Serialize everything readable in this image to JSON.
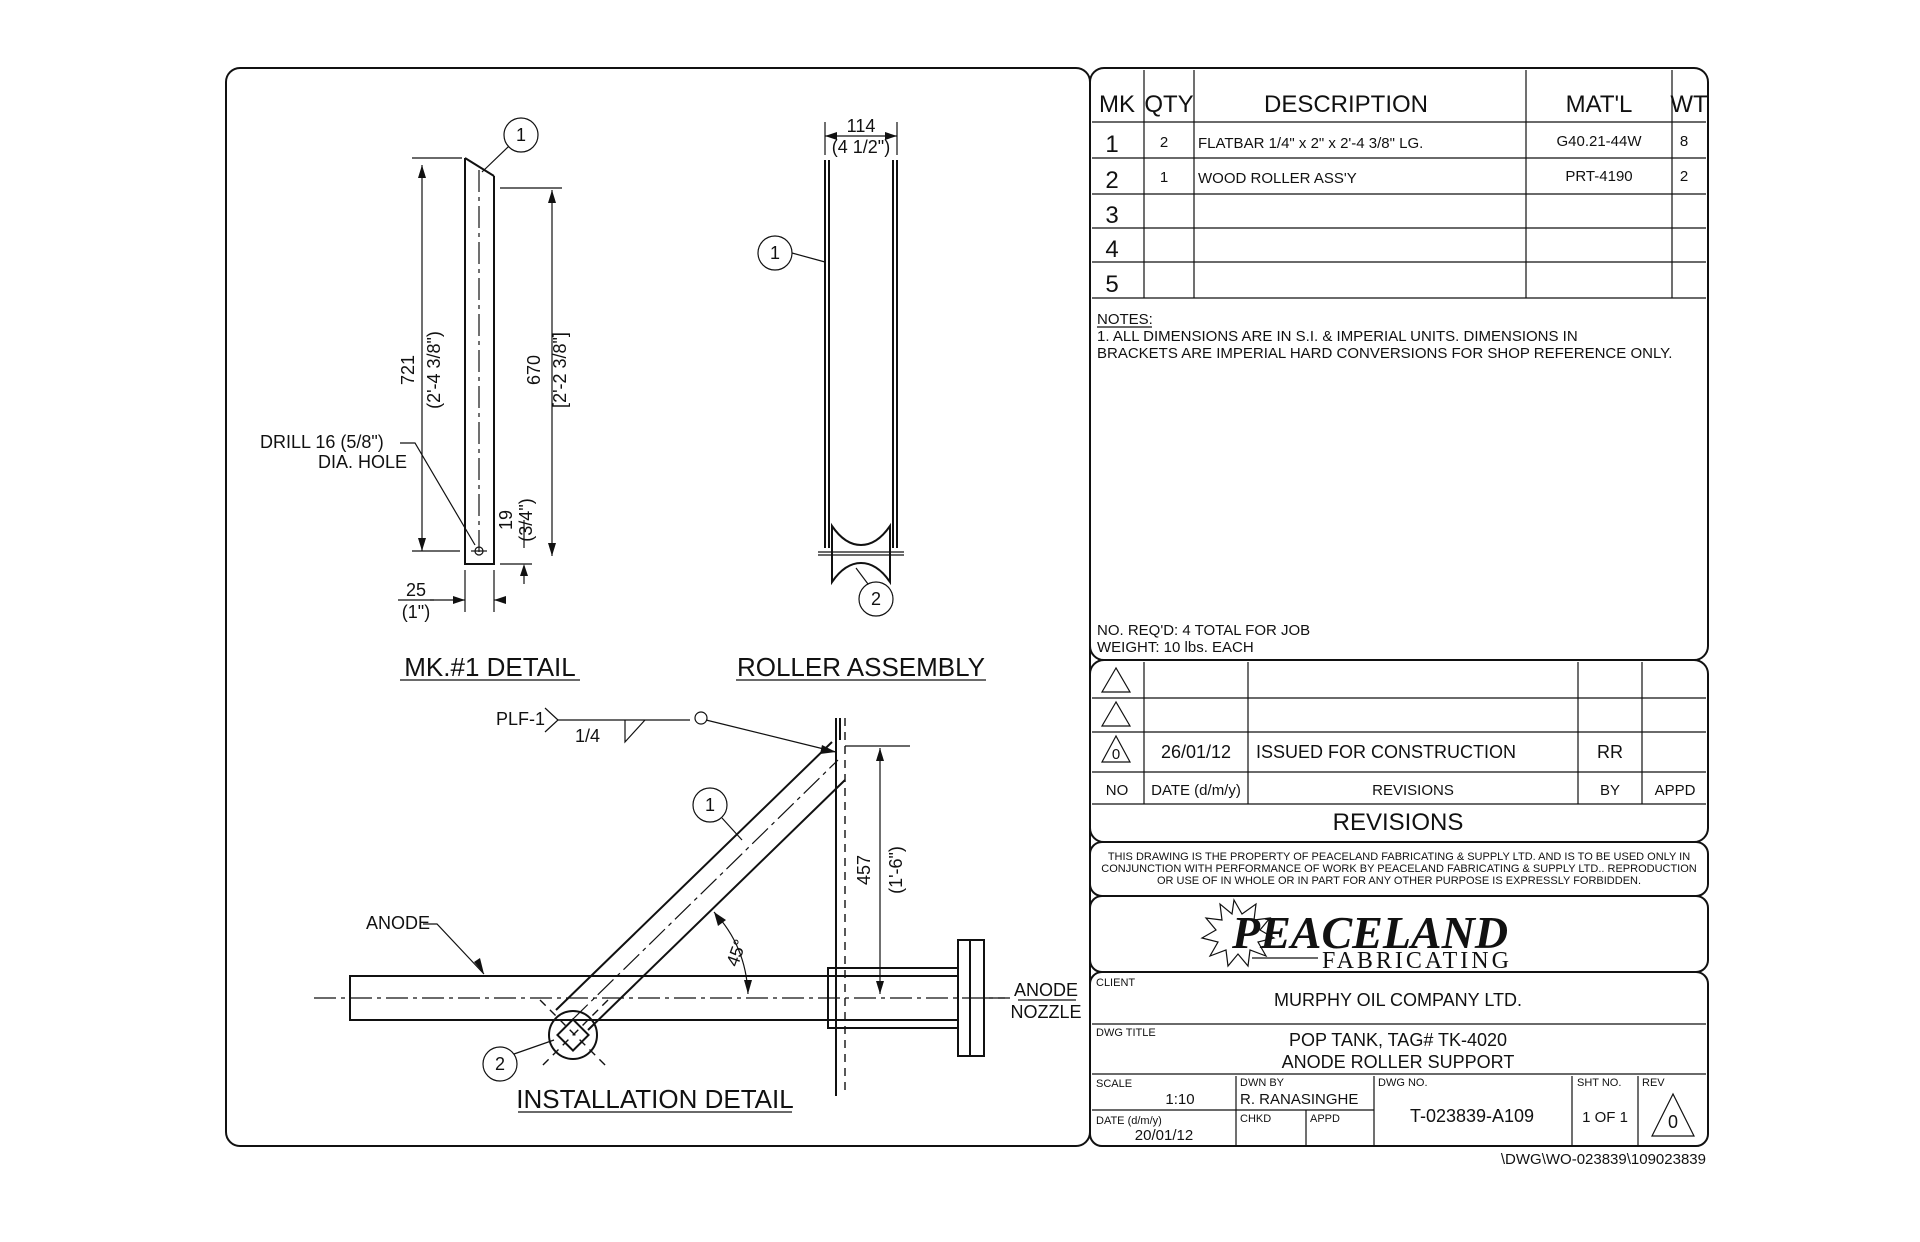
{
  "bom": {
    "headers": [
      "MK",
      "QTY",
      "DESCRIPTION",
      "MAT'L",
      "WT"
    ],
    "rows": [
      {
        "mk": "1",
        "qty": "2",
        "desc": "FLATBAR 1/4\" x 2\" x 2'-4 3/8\" LG.",
        "mat": "G40.21-44W",
        "wt": "8"
      },
      {
        "mk": "2",
        "qty": "1",
        "desc": "WOOD ROLLER ASS'Y",
        "mat": "PRT-4190",
        "wt": "2"
      },
      {
        "mk": "3",
        "qty": "",
        "desc": "",
        "mat": "",
        "wt": ""
      },
      {
        "mk": "4",
        "qty": "",
        "desc": "",
        "mat": "",
        "wt": ""
      },
      {
        "mk": "5",
        "qty": "",
        "desc": "",
        "mat": "",
        "wt": ""
      }
    ]
  },
  "notes": {
    "title": "NOTES:",
    "line1": "1. ALL DIMENSIONS ARE IN S.I. & IMPERIAL UNITS. DIMENSIONS IN",
    "line2": "BRACKETS ARE IMPERIAL HARD CONVERSIONS FOR SHOP REFERENCE ONLY.",
    "req": "NO. REQ'D: 4 TOTAL FOR JOB",
    "weight": "WEIGHT: 10 lbs. EACH"
  },
  "revisions": {
    "rows": [
      {
        "no": "",
        "date": "",
        "desc": "",
        "by": "",
        "appd": ""
      },
      {
        "no": "",
        "date": "",
        "desc": "",
        "by": "",
        "appd": ""
      },
      {
        "no": "0",
        "date": "26/01/12",
        "desc": "ISSUED FOR CONSTRUCTION",
        "by": "RR",
        "appd": ""
      }
    ],
    "head_no": "NO",
    "head_date": "DATE (d/m/y)",
    "head_rev": "REVISIONS",
    "head_by": "BY",
    "head_appd": "APPD",
    "title": "REVISIONS"
  },
  "disclaimer": {
    "line1": "THIS DRAWING IS THE PROPERTY OF PEACELAND FABRICATING & SUPPLY LTD. AND IS TO BE USED ONLY IN",
    "line2": "CONJUNCTION WITH PERFORMANCE OF WORK BY PEACELAND FABRICATING & SUPPLY LTD..  REPRODUCTION",
    "line3": "OR USE OF IN WHOLE OR IN PART FOR ANY OTHER PURPOSE IS EXPRESSLY FORBIDDEN."
  },
  "logo": {
    "name": "PEACELAND",
    "sub": "FABRICATING"
  },
  "title_block": {
    "client_label": "CLIENT",
    "client": "MURPHY OIL COMPANY LTD.",
    "dwg_title_label": "DWG TITLE",
    "title1": "POP TANK, TAG# TK-4020",
    "title2": "ANODE ROLLER SUPPORT",
    "scale_label": "SCALE",
    "scale": "1:10",
    "dwn_label": "DWN BY",
    "dwn": "R. RANASINGHE",
    "dwgno_label": "DWG NO.",
    "dwgno": "T-023839-A109",
    "sht_label": "SHT NO.",
    "sht": "1 OF 1",
    "rev_label": "REV",
    "rev": "0",
    "date_label": "DATE (d/m/y)",
    "date": "20/01/12",
    "chkd_label": "CHKD",
    "appd_label": "APPD",
    "path": "\\DWG\\WO-023839\\109023839"
  },
  "drawing": {
    "mk1": {
      "title": "MK.#1  DETAIL",
      "dim_721": "721",
      "dim_721_imp": "(2'-4 3/8\")",
      "dim_670": "670",
      "dim_670_imp": "[2'-2 3/8\"]",
      "dim_19": "19",
      "dim_19_imp": "(3/4\")",
      "dim_25": "25",
      "dim_25_imp": "(1\")",
      "drill1": "DRILL 16 (5/8\")",
      "drill2": "DIA. HOLE",
      "bubble": "1"
    },
    "roller": {
      "title": "ROLLER  ASSEMBLY",
      "dim_114": "114",
      "dim_114_imp": "(4 1/2\")",
      "bubble1": "1",
      "bubble2": "2"
    },
    "install": {
      "title": "INSTALLATION  DETAIL",
      "weld": "PLF-1",
      "weld_size": "1/4",
      "anode": "ANODE",
      "nozzle1": "ANODE",
      "nozzle2": "NOZZLE",
      "dim_457": "457",
      "dim_457_imp": "(1'-6\")",
      "angle": "45°",
      "bubble1": "1",
      "bubble2": "2"
    }
  }
}
